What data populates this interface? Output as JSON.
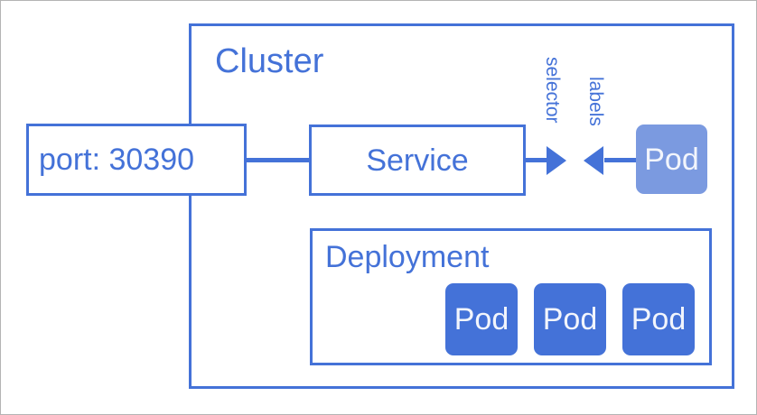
{
  "diagram": {
    "title_cluster": "Cluster",
    "colors": {
      "line": "#4472d8",
      "pod_deployment_fill": "#4472d8",
      "pod_standalone_fill": "#7b9ae0",
      "pod_text": "#f2f5fc",
      "canvas_border": "#b4b4b4",
      "background": "#ffffff"
    },
    "nodes": {
      "port": {
        "label": "port: 30390"
      },
      "service": {
        "label": "Service"
      },
      "deployment": {
        "label": "Deployment"
      },
      "pod_standalone": {
        "label": "Pod"
      },
      "pods_in_deployment": [
        {
          "label": "Pod"
        },
        {
          "label": "Pod"
        },
        {
          "label": "Pod"
        }
      ]
    },
    "edges": {
      "selector": {
        "label": "selector",
        "icon": "arrow-right-icon"
      },
      "labels": {
        "label": "labels",
        "icon": "arrow-left-icon"
      }
    }
  }
}
